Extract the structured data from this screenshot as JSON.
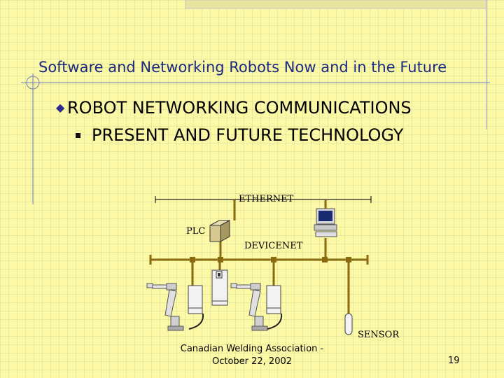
{
  "slide": {
    "title": "Software and Networking Robots Now and in the Future",
    "bullet_main": "ROBOT NETWORKING COMMUNICATIONS",
    "bullet_sub": "PRESENT AND FUTURE TECHNOLOGY",
    "footer_line1": "Canadian Welding Association -",
    "footer_line2": "October 22, 2002",
    "page_number": "19"
  },
  "diagram": {
    "ethernet_label": "ETHERNET",
    "plc_label": "PLC",
    "devicenet_label": "DEVICENET",
    "sensor_label": "SENSOR"
  },
  "colors": {
    "background": "#fbf8a6",
    "title": "#1a2a80",
    "network_line": "#8a6a10",
    "accent_line": "#7080c0"
  },
  "icons": {
    "bullet_main": "diamond-bullet-icon",
    "bullet_sub": "square-bullet-icon"
  }
}
